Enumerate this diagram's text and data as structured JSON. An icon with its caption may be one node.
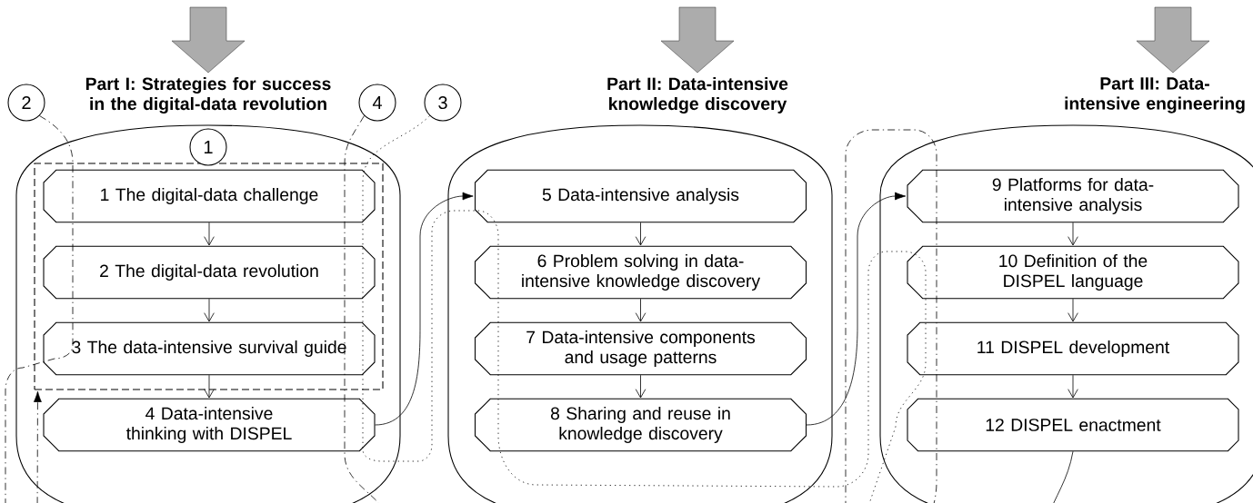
{
  "diagram": {
    "nodes": [
      {
        "text": [
          "Part I: Strategies for success in the digital-data revolution"
        ]
      },
      {
        "text": [],
        "shape": "box",
        "in": 0
      },
      {
        "text": [
          "1"
        ],
        "in": 0
      },
      {
        "text": [
          "1 The digital-data challenge"
        ],
        "in": 1
      },
      {
        "text": [
          "2 The digital-data revolution"
        ],
        "in": 1
      },
      {
        "text": [
          "3 The data-intensive survival guide"
        ],
        "in": 1
      },
      {
        "text": [
          "4 Data-intensive thinking with DISPEL"
        ],
        "in": 0
      },
      {
        "text": [
          "Part II: Data-intensive knowledge discovery"
        ]
      },
      {
        "text": [
          "5 Data-intensive analysis"
        ],
        "in": 7
      },
      {
        "text": [
          "6 Problem solving in data-intensive knowledge discovery"
        ],
        "in": 7
      },
      {
        "text": [
          "7 Data-intensive components and usage patterns"
        ],
        "in": 7
      },
      {
        "text": [
          "8 Sharing and reuse in knowledge discovery"
        ],
        "in": 7
      },
      {
        "text": [
          "Part III: Data-intensive engineering"
        ]
      },
      {
        "text": [
          "9 Platforms for data-intensive analysis"
        ],
        "in": 12
      },
      {
        "text": [
          "10 Definition of the DISPEL language"
        ],
        "in": 12
      },
      {
        "text": [
          "11 DISPEL development"
        ],
        "in": 12
      },
      {
        "text": [
          "12 DISPEL enactment"
        ],
        "in": 12
      },
      {
        "text": [
          "2"
        ]
      },
      {
        "text": [
          "4"
        ]
      },
      {
        "text": [
          "3"
        ]
      }
    ],
    "edges": [
      {
        "from": 3,
        "to": 4,
        "arrow": "to"
      },
      {
        "from": 4,
        "to": 5,
        "arrow": "to"
      },
      {
        "from": 5,
        "to": 6,
        "arrow": "to"
      },
      {
        "from": 6,
        "to": 8,
        "arrow": "to"
      },
      {
        "from": 8,
        "to": 9,
        "arrow": "to"
      },
      {
        "from": 9,
        "to": 10,
        "arrow": "to"
      },
      {
        "from": 10,
        "to": 11,
        "arrow": "to"
      },
      {
        "from": 11,
        "to": 13,
        "arrow": "to"
      },
      {
        "from": 13,
        "to": 14,
        "arrow": "to"
      },
      {
        "from": 14,
        "to": 15,
        "arrow": "to"
      },
      {
        "from": 15,
        "to": 16,
        "arrow": "to"
      },
      {
        "from": 16,
        "to": null,
        "arrow": "none"
      },
      {
        "from": 17,
        "to": 1,
        "arrow": "to",
        "style": "dashed"
      },
      {
        "from": 19,
        "to": null,
        "arrow": "none",
        "style": "dashed"
      },
      {
        "from": 18,
        "to": null,
        "arrow": "none",
        "style": "dashed"
      }
    ]
  }
}
